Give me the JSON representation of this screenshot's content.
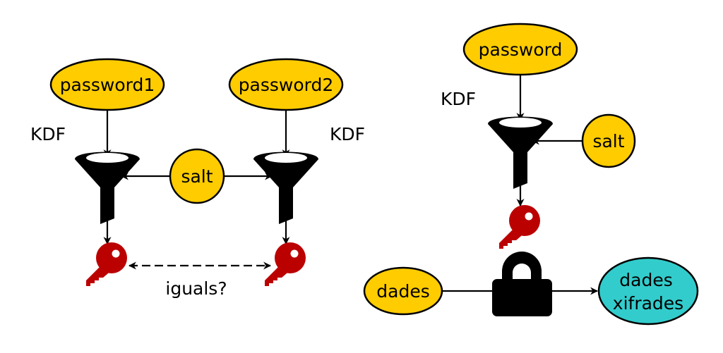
{
  "colors": {
    "input_node": "#ffcc00",
    "output_node": "#33cccc",
    "key": "#bb0000",
    "icon": "#000000"
  },
  "left_diagram": {
    "password1": "password1",
    "password2": "password2",
    "salt": "salt",
    "kdf_left": "KDF",
    "kdf_right": "KDF",
    "compare_label": "iguals?"
  },
  "right_diagram": {
    "password": "password",
    "salt": "salt",
    "kdf": "KDF",
    "data": "dades",
    "encrypted_line1": "dades",
    "encrypted_line2": "xifrades"
  },
  "icons": {
    "funnel": "funnel-icon",
    "key": "key-icon",
    "lock": "padlock-icon"
  }
}
